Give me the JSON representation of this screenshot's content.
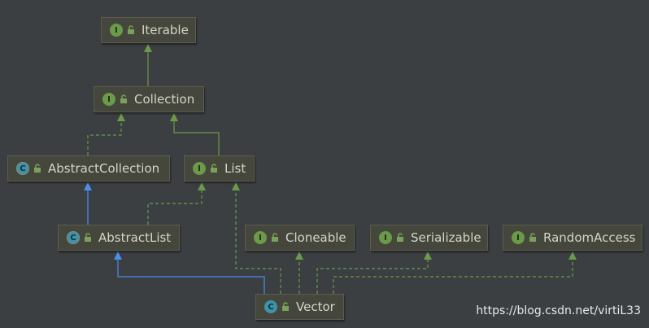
{
  "nodes": [
    {
      "id": "Iterable",
      "label": "Iterable",
      "kind": "interface",
      "badge": "I"
    },
    {
      "id": "Collection",
      "label": "Collection",
      "kind": "interface",
      "badge": "I"
    },
    {
      "id": "AbstractCollection",
      "label": "AbstractCollection",
      "kind": "abstract-class",
      "badge": "C"
    },
    {
      "id": "List",
      "label": "List",
      "kind": "interface",
      "badge": "I"
    },
    {
      "id": "AbstractList",
      "label": "AbstractList",
      "kind": "abstract-class",
      "badge": "C"
    },
    {
      "id": "Cloneable",
      "label": "Cloneable",
      "kind": "interface",
      "badge": "I"
    },
    {
      "id": "Serializable",
      "label": "Serializable",
      "kind": "interface",
      "badge": "I"
    },
    {
      "id": "RandomAccess",
      "label": "RandomAccess",
      "kind": "interface",
      "badge": "I"
    },
    {
      "id": "Vector",
      "label": "Vector",
      "kind": "class",
      "badge": "C"
    }
  ],
  "edges": [
    {
      "from": "Collection",
      "to": "Iterable",
      "type": "extends-interface"
    },
    {
      "from": "AbstractCollection",
      "to": "Collection",
      "type": "implements"
    },
    {
      "from": "List",
      "to": "Collection",
      "type": "extends-interface"
    },
    {
      "from": "AbstractList",
      "to": "AbstractCollection",
      "type": "extends-class"
    },
    {
      "from": "AbstractList",
      "to": "List",
      "type": "implements"
    },
    {
      "from": "Vector",
      "to": "AbstractList",
      "type": "extends-class"
    },
    {
      "from": "Vector",
      "to": "List",
      "type": "implements"
    },
    {
      "from": "Vector",
      "to": "Cloneable",
      "type": "implements"
    },
    {
      "from": "Vector",
      "to": "Serializable",
      "type": "implements"
    },
    {
      "from": "Vector",
      "to": "RandomAccess",
      "type": "implements"
    }
  ],
  "colors": {
    "background": "#3c3f41",
    "interface_edge": "#6a9a4a",
    "class_edge": "#4a8ef0"
  },
  "watermark": "https://blog.csdn.net/virtiL33"
}
